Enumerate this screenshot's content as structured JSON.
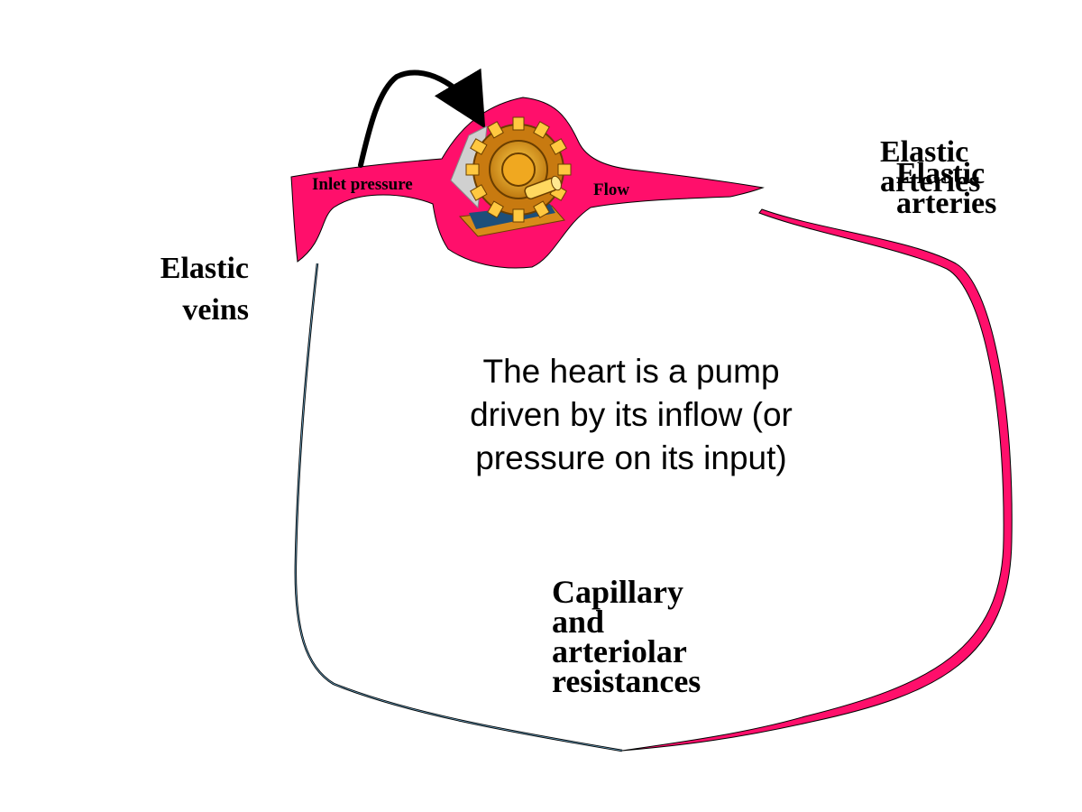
{
  "diagram": {
    "labels": {
      "elastic_veins": [
        "Elastic",
        "veins"
      ],
      "elastic_arteries": [
        "Elastic",
        "arteries"
      ],
      "inlet_pressure": "Inlet pressure",
      "flow": "Flow",
      "caption": "The heart is a pump driven by its inflow (or pressure on its input)",
      "capillary": [
        "Capillary",
        "and",
        "arteriolar",
        "resistances"
      ]
    },
    "icons": {
      "pump": "pump-motor-icon",
      "arrow": "curved-arrow-icon"
    },
    "colors": {
      "vessel": "#ff0f6b",
      "vein_line": "#1a6aa0",
      "outline": "#000000",
      "motor_body": "#e0a010",
      "motor_base": "#1d4f7a"
    }
  }
}
